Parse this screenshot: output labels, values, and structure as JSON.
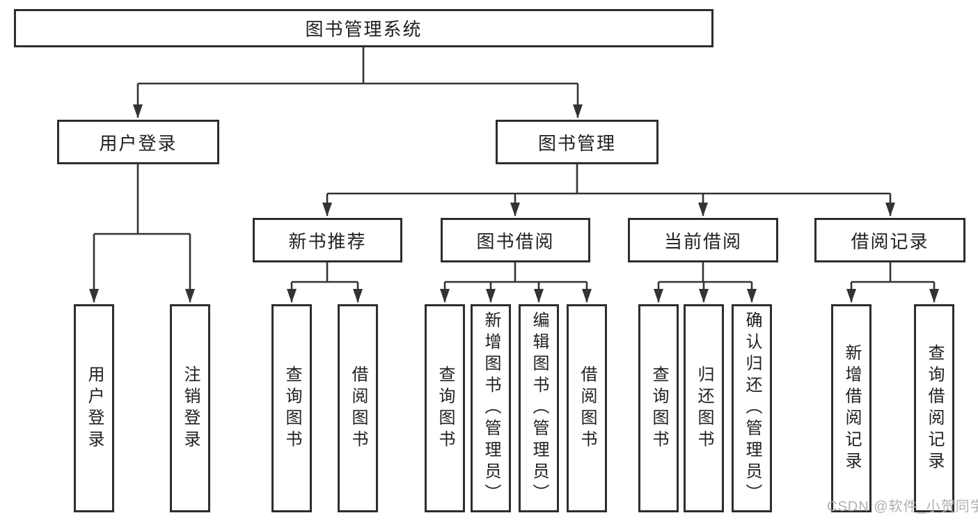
{
  "tree": {
    "root": {
      "label": "图书管理系统"
    },
    "branches": [
      {
        "label": "用户登录",
        "children": [
          {
            "label": "用户登录"
          },
          {
            "label": "注销登录"
          }
        ]
      },
      {
        "label": "图书管理",
        "children": [
          {
            "label": "新书推荐",
            "children": [
              {
                "label": "查询图书"
              },
              {
                "label": "借阅图书"
              }
            ]
          },
          {
            "label": "图书借阅",
            "children": [
              {
                "label": "查询图书"
              },
              {
                "label": "新增图书（管理员）"
              },
              {
                "label": "编辑图书（管理员）"
              },
              {
                "label": "借阅图书"
              }
            ]
          },
          {
            "label": "当前借阅",
            "children": [
              {
                "label": "查询图书"
              },
              {
                "label": "归还图书"
              },
              {
                "label": "确认归还（管理员）"
              }
            ]
          },
          {
            "label": "借阅记录",
            "children": [
              {
                "label": "新增借阅记录"
              },
              {
                "label": "查询借阅记录"
              }
            ]
          }
        ]
      }
    ]
  },
  "watermark": "CSDN @软件_小贺同学",
  "colors": {
    "line": "#333333",
    "box_border": "#2d2d2d",
    "text": "#1f1f1f",
    "watermark": "#b0b0b0",
    "background": "#ffffff"
  }
}
